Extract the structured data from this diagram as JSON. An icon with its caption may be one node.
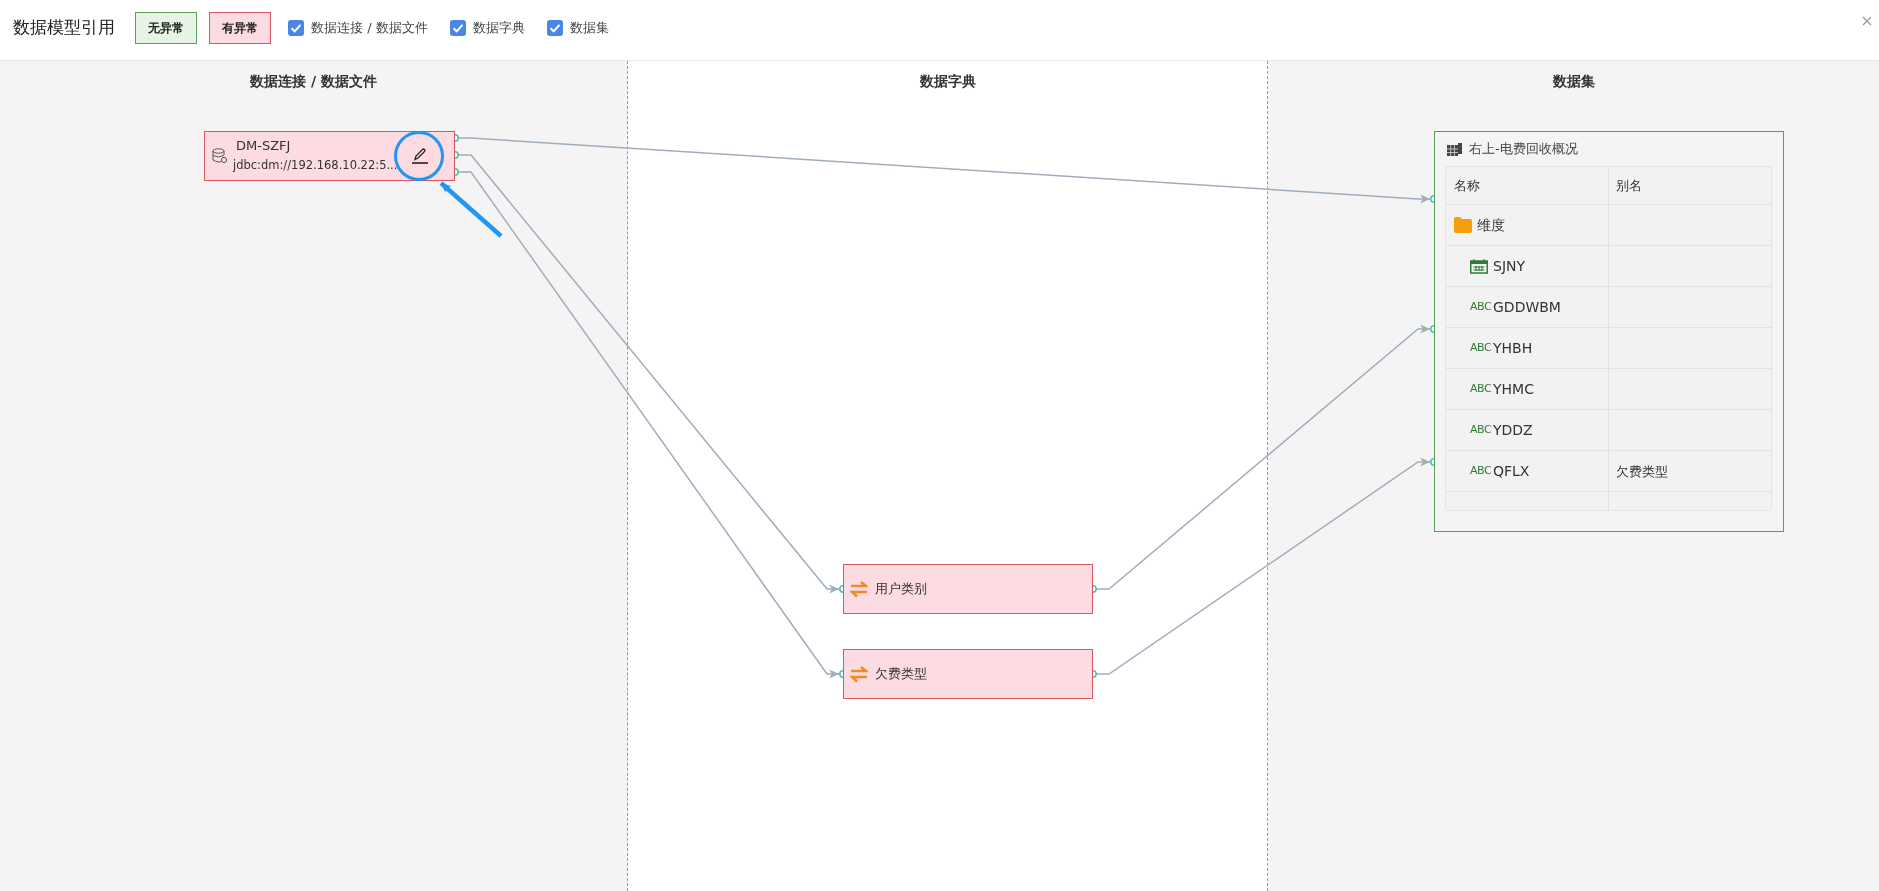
{
  "diagram": {
    "title": "数据模型引用",
    "nodes": [
      {
        "text": [
          "数据连接 / 数据文件"
        ]
      },
      {
        "text": [
          "DM-SZFJ",
          "jdbc:dm://192.168.10.22:5..."
        ],
        "in": 0
      },
      {
        "text": [
          "数据字典"
        ]
      },
      {
        "text": [
          "用户类别"
        ],
        "in": 2
      },
      {
        "text": [
          "欠费类型"
        ],
        "in": 2
      },
      {
        "text": [
          "数据集"
        ]
      },
      {
        "text": [
          "右上-电费回收概况"
        ],
        "in": 5
      }
    ],
    "edges": [
      {
        "from": 1,
        "to": 6,
        "arrow": "to"
      },
      {
        "from": 1,
        "to": 3,
        "arrow": "to"
      },
      {
        "from": 1,
        "to": 4,
        "arrow": "to"
      },
      {
        "from": 3,
        "to": 6,
        "arrow": "to"
      },
      {
        "from": 4,
        "to": 6,
        "arrow": "to"
      },
      {
        "from": null,
        "to": 1,
        "arrow": "to",
        "style": "thick",
        "color": "#2196f3"
      }
    ],
    "labels": [
      "数据连接 / 数据文件",
      "数据字典",
      "数据集",
      "名称",
      "别名",
      "维度",
      "SJNY",
      "ABC",
      "GDDWBM",
      "ABC",
      "YHBH",
      "ABC",
      "YHMC",
      "ABC",
      "YDDZ",
      "ABC",
      "QFLX",
      "欠费类型"
    ],
    "legend": [
      {
        "text": "无异常",
        "color": "#e6f4e6"
      },
      {
        "text": "有异常",
        "color": "#fcdbe2"
      }
    ]
  }
}
